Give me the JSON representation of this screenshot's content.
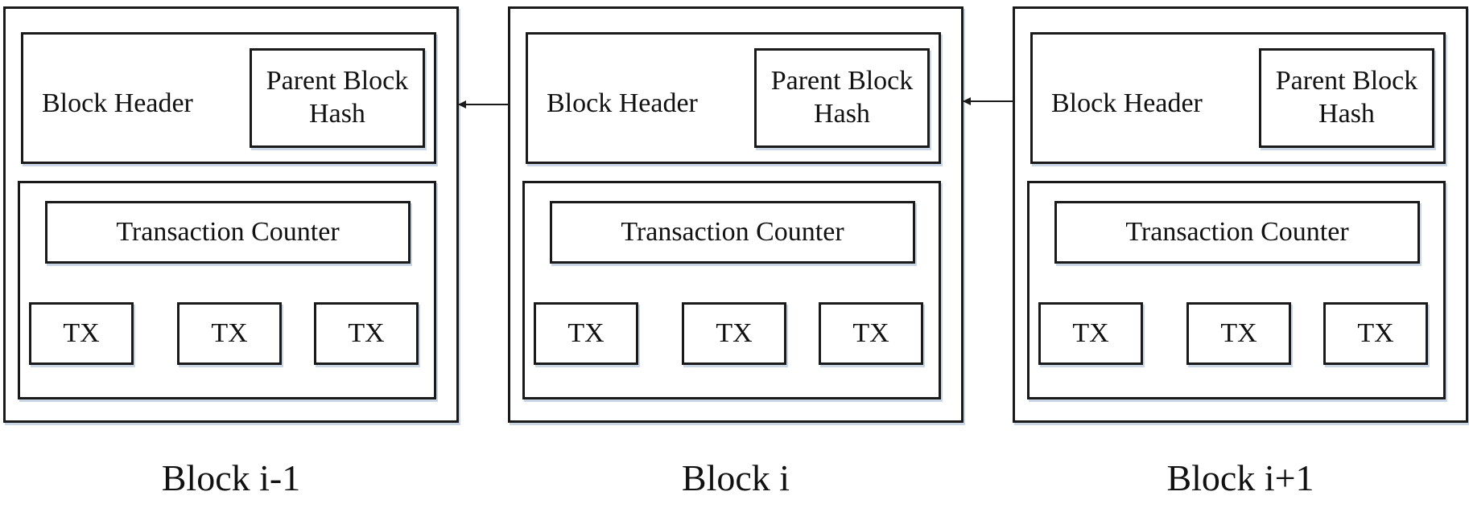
{
  "blocks": [
    {
      "header_label": "Block Header",
      "parent_hash": [
        "Parent Block",
        "Hash"
      ],
      "counter_label": "Transaction Counter",
      "tx": [
        "TX",
        "TX",
        "TX"
      ],
      "caption": "Block i-1"
    },
    {
      "header_label": "Block Header",
      "parent_hash": [
        "Parent Block",
        "Hash"
      ],
      "counter_label": "Transaction Counter",
      "tx": [
        "TX",
        "TX",
        "TX"
      ],
      "caption": "Block i"
    },
    {
      "header_label": "Block Header",
      "parent_hash": [
        "Parent Block",
        "Hash"
      ],
      "counter_label": "Transaction Counter",
      "tx": [
        "TX",
        "TX",
        "TX"
      ],
      "caption": "Block i+1"
    }
  ],
  "colors": {
    "line": "#1a1a1a",
    "shadow": "#c9d6e6"
  }
}
